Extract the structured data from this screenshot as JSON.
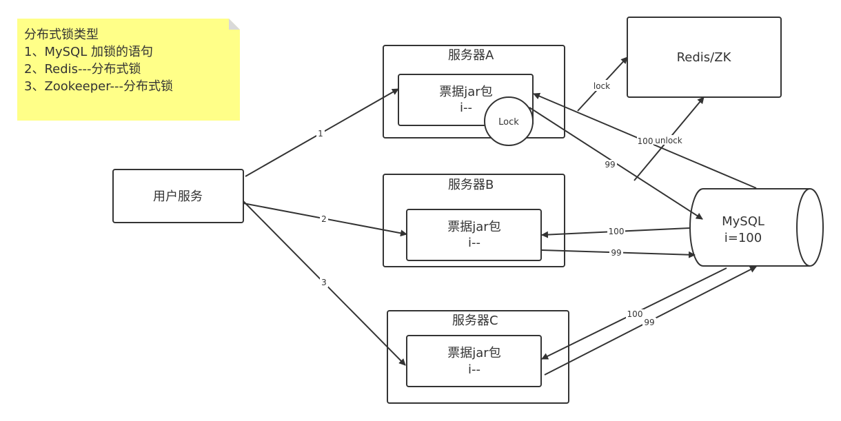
{
  "note": {
    "lines": [
      "分布式锁类型",
      "1、MySQL  加锁的语句",
      "2、Redis---分布式锁",
      "3、Zookeeper---分布式锁"
    ],
    "color": "#ffff88"
  },
  "user_service": {
    "label": "用户服务"
  },
  "server_a": {
    "title": "服务器A",
    "jar_line1": "票据jar包",
    "jar_line2": "i--",
    "lock_label": "Lock"
  },
  "server_b": {
    "title": "服务器B",
    "jar_line1": "票据jar包",
    "jar_line2": "i--"
  },
  "server_c": {
    "title": "服务器C",
    "jar_line1": "票据jar包",
    "jar_line2": "i--"
  },
  "redis": {
    "label": "Redis/ZK"
  },
  "mysql": {
    "line1": "MySQL",
    "line2": "i=100"
  },
  "edges": {
    "user_to_a": "1",
    "user_to_b": "2",
    "user_to_c": "3",
    "a_lock": "lock",
    "a_unlock": "unlock",
    "mysql_to_a": "100",
    "a_to_mysql": "99",
    "mysql_to_b": "100",
    "b_to_mysql": "99",
    "mysql_to_c": "100",
    "c_to_mysql": "99"
  }
}
